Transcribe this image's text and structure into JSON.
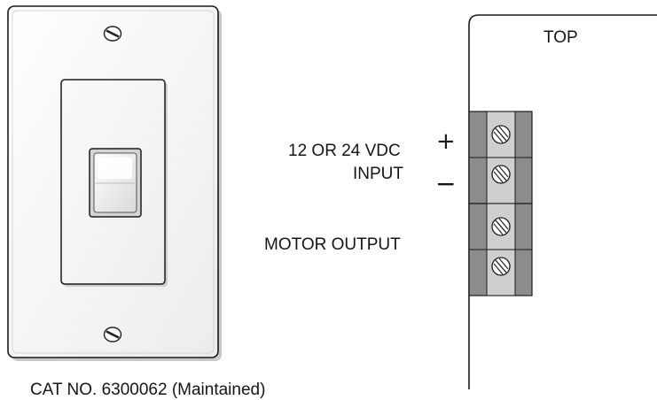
{
  "switch_plate": {
    "screw_icon": "slotted-screw-icon",
    "toggle_icon": "rocker-switch-icon"
  },
  "terminal_board": {
    "top_label": "TOP",
    "terminal_count": 4,
    "screw_icon": "terminal-screw-icon"
  },
  "labels": {
    "supply_voltage": "12 OR 24 VDC",
    "input": "INPUT",
    "motor_output": "MOTOR OUTPUT",
    "plus_sign": "+",
    "minus_sign": "−"
  },
  "caption": "CAT NO. 6300062 (Maintained)",
  "colors": {
    "plate_outline": "#1a1a1a",
    "plate_fill": "#f5f5f5",
    "terminal_dark": "#8c8c8c",
    "terminal_light": "#cfcfcf",
    "screw_fill": "#ffffff"
  }
}
